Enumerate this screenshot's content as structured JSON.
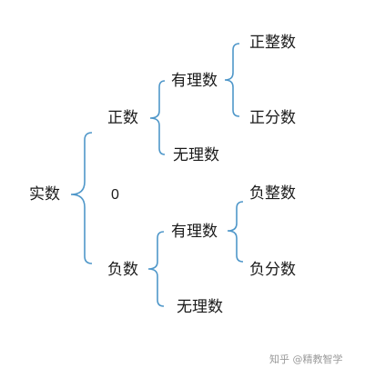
{
  "tree": {
    "root": "实数",
    "zero": "0",
    "positive": "正数",
    "negative": "负数",
    "pos_rational": "有理数",
    "pos_irrational": "无理数",
    "neg_rational": "有理数",
    "neg_irrational": "无理数",
    "pos_integer": "正整数",
    "pos_fraction": "正分数",
    "neg_integer": "负整数",
    "neg_fraction": "负分数"
  },
  "watermark": "知乎 @精教智学",
  "colors": {
    "bracket": "#4f97c9",
    "text": "#1a1a1a",
    "watermark": "#9a9a9a"
  }
}
